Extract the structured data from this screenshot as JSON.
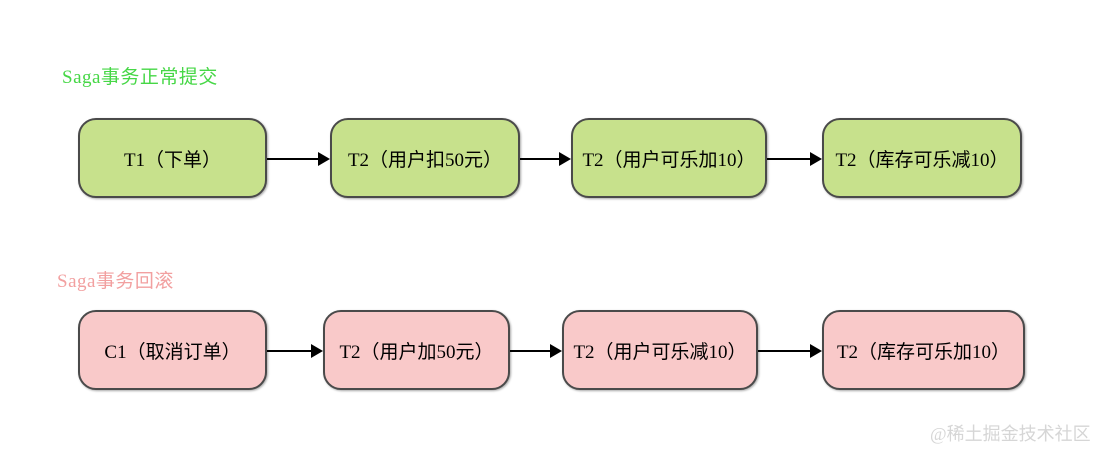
{
  "colors": {
    "normal_title": "#46d746",
    "normal_box_fill": "#c7e18c",
    "rollback_title": "#f2a0a0",
    "rollback_box_fill": "#f9c9c9",
    "box_border": "#4a4a4a",
    "arrow": "#000000",
    "watermark": "#d6d6d6",
    "background": "#ffffff"
  },
  "normal_flow": {
    "title": "Saga事务正常提交",
    "steps": [
      "T1（下单）",
      "T2（用户扣50元）",
      "T2（用户可乐加10）",
      "T2（库存可乐减10）"
    ]
  },
  "rollback_flow": {
    "title": "Saga事务回滚",
    "steps": [
      "C1（取消订单）",
      "T2（用户加50元）",
      "T2（用户可乐减10）",
      "T2（库存可乐加10）"
    ]
  },
  "watermark": "@稀土掘金技术社区"
}
